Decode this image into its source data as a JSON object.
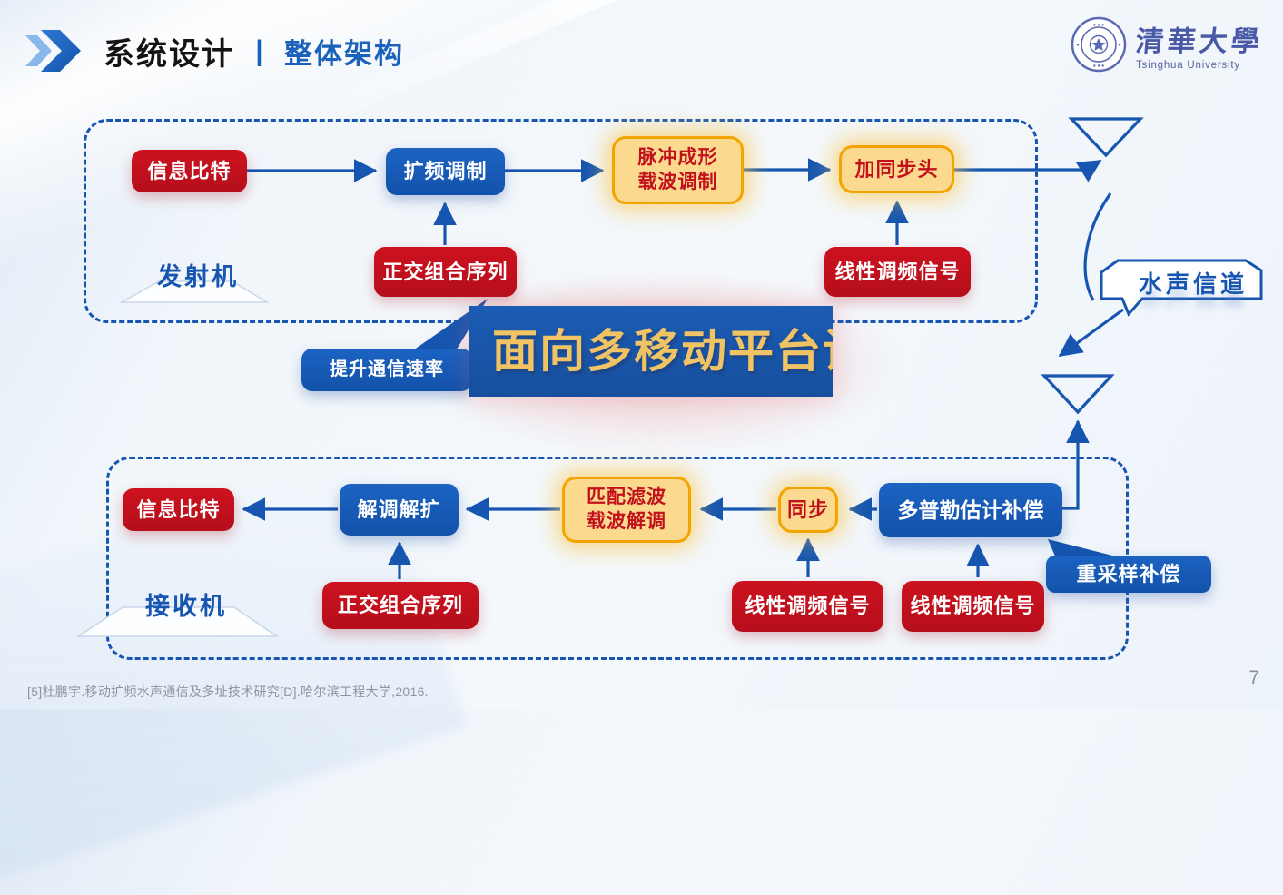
{
  "slide": {
    "title": "系统设计",
    "title_divider": "丨",
    "subtitle": "整体架构",
    "page_number": "7",
    "footer_reference": "[5]杜鹏宇.移动扩频水声通信及多址技术研究[D].哈尔滨工程大学,2016."
  },
  "logo": {
    "cn": "清華大學",
    "en": "Tsinghua University"
  },
  "transmitter": {
    "label": "发射机",
    "nodes": {
      "info_bits": "信息比特",
      "spread_mod": "扩频调制",
      "pulse_line1": "脉冲成形",
      "pulse_line2": "载波调制",
      "add_sync": "加同步头",
      "ortho_seq": "正交组合序列",
      "lfm": "线性调频信号"
    }
  },
  "channel": {
    "label": "水声信道"
  },
  "receiver": {
    "label": "接收机",
    "nodes": {
      "info_bits": "信息比特",
      "demod_despread": "解调解扩",
      "matched_line1": "匹配滤波",
      "matched_line2": "载波解调",
      "sync": "同步",
      "doppler_comp": "多普勒估计补偿",
      "ortho_seq": "正交组合序列",
      "lfm_sync": "线性调频信号",
      "lfm_doppler": "线性调频信号",
      "resample_comp": "重采样补偿"
    }
  },
  "callouts": {
    "speed": "提升通信速率"
  },
  "banner": {
    "visible_text": "面向多移动平台",
    "partial_char": "设"
  },
  "colors": {
    "accent_blue": "#1656b0",
    "node_red": "#c0101c",
    "node_blue": "#1558b4",
    "node_yellow_fill": "#fbd98e",
    "node_yellow_border": "#f3a400",
    "banner_gold": "#f0c464",
    "footer_gray": "#8f959d"
  }
}
